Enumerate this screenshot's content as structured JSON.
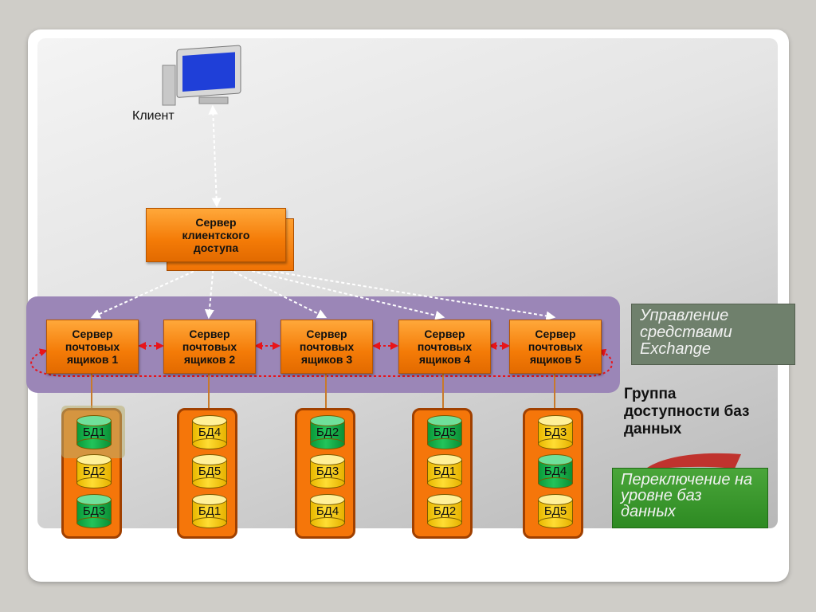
{
  "client": {
    "label": "Клиент",
    "icon": "computer-icon"
  },
  "cas": {
    "label": "Сервер клиентского доступа"
  },
  "mailbox_servers": [
    {
      "label": "Сервер почтовых ящиков 1"
    },
    {
      "label": "Сервер почтовых ящиков 2"
    },
    {
      "label": "Сервер почтовых ящиков 3"
    },
    {
      "label": "Сервер почтовых ящиков 4"
    },
    {
      "label": "Сервер почтовых ящиков 5"
    }
  ],
  "databases": [
    [
      {
        "name": "БД1",
        "color": "green"
      },
      {
        "name": "БД2",
        "color": "yellow"
      },
      {
        "name": "БД3",
        "color": "green"
      }
    ],
    [
      {
        "name": "БД4",
        "color": "yellow"
      },
      {
        "name": "БД5",
        "color": "yellow"
      },
      {
        "name": "БД1",
        "color": "yellow"
      }
    ],
    [
      {
        "name": "БД2",
        "color": "green"
      },
      {
        "name": "БД3",
        "color": "yellow"
      },
      {
        "name": "БД4",
        "color": "yellow"
      }
    ],
    [
      {
        "name": "БД5",
        "color": "green"
      },
      {
        "name": "БД1",
        "color": "yellow"
      },
      {
        "name": "БД2",
        "color": "yellow"
      }
    ],
    [
      {
        "name": "БД3",
        "color": "yellow"
      },
      {
        "name": "БД4",
        "color": "green"
      },
      {
        "name": "БД5",
        "color": "yellow"
      }
    ]
  ],
  "labels": {
    "management": "Управление средствами Exchange",
    "dag": "Группа доступности баз данных",
    "switchover": "Переключение на уровне баз данных"
  },
  "colors": {
    "server": "#f47b07",
    "dag_band": "#9b86b7",
    "db_primary": "#22c45a",
    "db_copy": "#ffdd33",
    "replication_arrow": "#e8141a"
  }
}
